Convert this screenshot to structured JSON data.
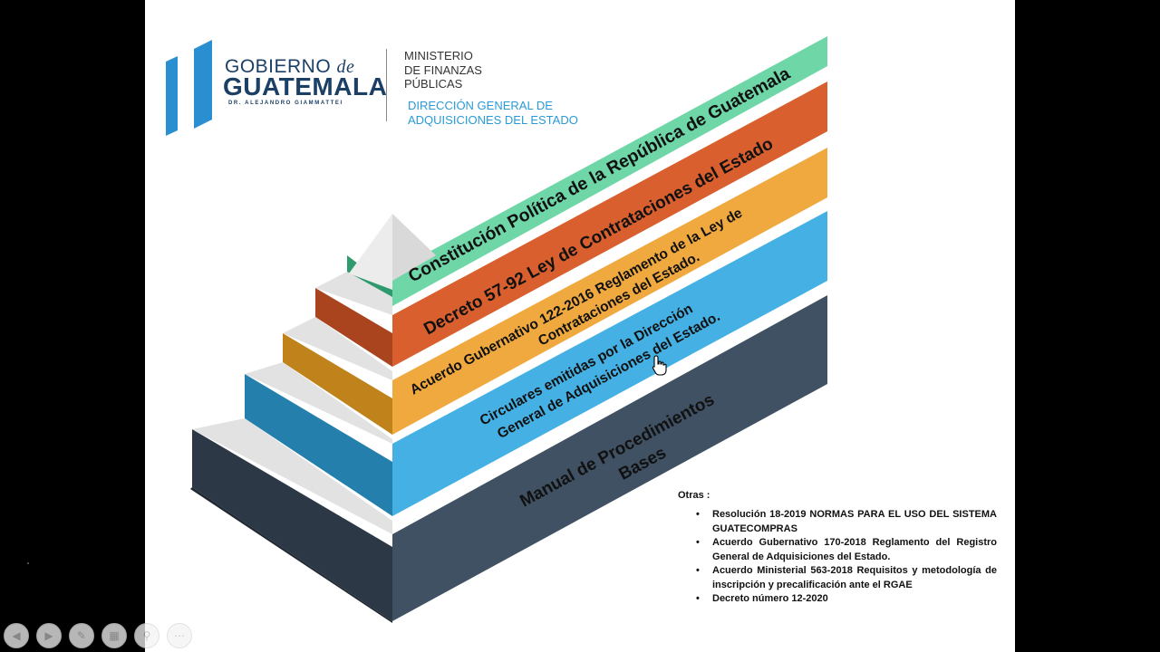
{
  "logo": {
    "gobierno": "GOBIERNO",
    "de": "de",
    "guatemala": "GUATEMALA",
    "subtitle": "DR. ALEJANDRO GIAMMATTEI",
    "ministry": "MINISTERIO\nDE FINANZAS\nPÚBLICAS",
    "direction": "DIRECCIÓN GENERAL DE\nADQUISICIONES DEL ESTADO",
    "color_navy": "#1c3f66",
    "color_blue": "#2a9ad6"
  },
  "pyramid": {
    "tiers": [
      {
        "lines": [
          "Constitución Política de la República de Guatemala"
        ],
        "color": "#6fd6a8",
        "side_color": "#2e9a6e"
      },
      {
        "lines": [
          "Decreto 57-92  Ley de Contrataciones del Estado"
        ],
        "color": "#d95f2e",
        "side_color": "#a9441f"
      },
      {
        "lines": [
          "Acuerdo Gubernativo 122-2016 Reglamento de la Ley de",
          "Contrataciones del  Estado."
        ],
        "color": "#f0a93f",
        "side_color": "#c0821a"
      },
      {
        "lines": [
          "Circulares emitidas por la Dirección",
          "General de Adquisiciones del Estado."
        ],
        "color": "#45b0e3",
        "side_color": "#257fad"
      },
      {
        "lines": [
          "Manual de Procedimientos",
          "Bases"
        ],
        "color": "#3f5163",
        "side_color": "#2c3846"
      }
    ]
  },
  "others": {
    "title": "Otras :",
    "items": [
      "Resolución 18-2019 NORMAS PARA EL USO  DEL SISTEMA GUATECOMPRAS",
      "Acuerdo Gubernativo 170-2018 Reglamento del Registro General de Adquisiciones del Estado.",
      "Acuerdo Ministerial 563-2018 Requisitos y metodología de inscripción y precalificación ante el RGAE",
      "Decreto número 12-2020"
    ]
  },
  "controls": [
    {
      "name": "previous-slide",
      "icon": "arrow-left-icon",
      "glyph": "◀"
    },
    {
      "name": "next-slide",
      "icon": "arrow-right-icon",
      "glyph": "▶"
    },
    {
      "name": "pen-tool",
      "icon": "pen-icon",
      "glyph": "✎"
    },
    {
      "name": "see-all-slides",
      "icon": "slides-grid-icon",
      "glyph": "▦"
    },
    {
      "name": "zoom",
      "icon": "magnifier-icon",
      "glyph": "⚲"
    },
    {
      "name": "more-options",
      "icon": "more-icon",
      "glyph": "⋯"
    }
  ]
}
